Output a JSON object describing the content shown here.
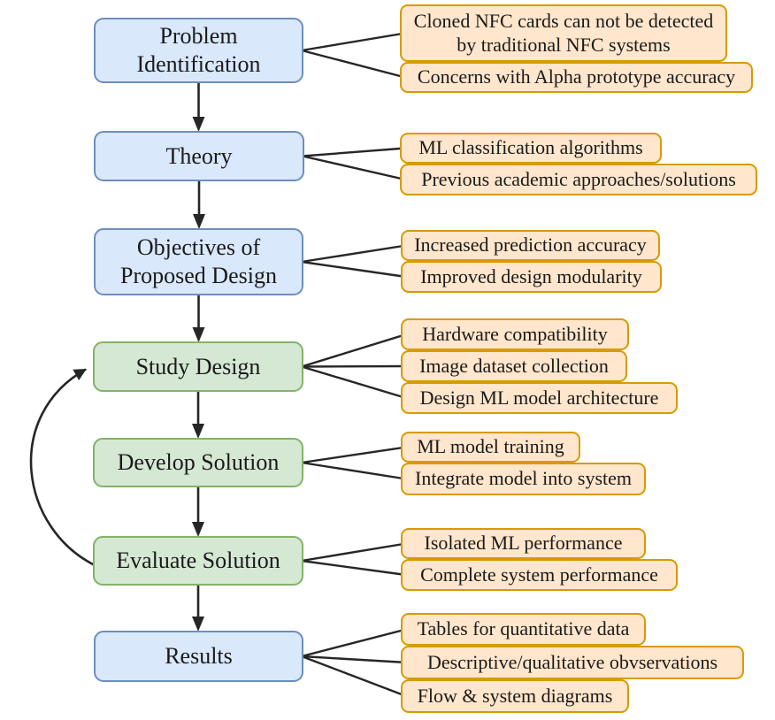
{
  "diagram": {
    "type": "flowchart",
    "colors": {
      "stage_blue_fill": "#dae8fc",
      "stage_blue_border": "#6c8ebf",
      "stage_green_fill": "#d5e8d4",
      "stage_green_border": "#82b366",
      "branch_fill": "#ffe6cc",
      "branch_border": "#d79b00",
      "connector": "#262626"
    },
    "stages": [
      {
        "id": "problem-identification",
        "label": "Problem Identification",
        "color": "blue",
        "branches": [
          {
            "id": "branch-cloned-nfc",
            "label": "Cloned NFC cards can not be detected by traditional NFC systems"
          },
          {
            "id": "branch-alpha-accuracy",
            "label": "Concerns with Alpha prototype accuracy"
          }
        ]
      },
      {
        "id": "theory",
        "label": "Theory",
        "color": "blue",
        "branches": [
          {
            "id": "branch-ml-classification",
            "label": "ML classification algorithms"
          },
          {
            "id": "branch-previous-academic",
            "label": "Previous academic approaches/solutions"
          }
        ]
      },
      {
        "id": "objectives-of-proposed-design",
        "label": "Objectives of Proposed Design",
        "color": "blue",
        "branches": [
          {
            "id": "branch-prediction-accuracy",
            "label": "Increased prediction accuracy"
          },
          {
            "id": "branch-design-modularity",
            "label": "Improved design modularity"
          }
        ]
      },
      {
        "id": "study-design",
        "label": "Study Design",
        "color": "green",
        "branches": [
          {
            "id": "branch-hardware-compatibility",
            "label": "Hardware compatibility"
          },
          {
            "id": "branch-image-dataset",
            "label": "Image dataset collection"
          },
          {
            "id": "branch-ml-architecture",
            "label": "Design ML model architecture"
          }
        ]
      },
      {
        "id": "develop-solution",
        "label": "Develop Solution",
        "color": "green",
        "branches": [
          {
            "id": "branch-ml-training",
            "label": "ML model training"
          },
          {
            "id": "branch-integrate-model",
            "label": "Integrate model into system"
          }
        ]
      },
      {
        "id": "evaluate-solution",
        "label": "Evaluate Solution",
        "color": "green",
        "branches": [
          {
            "id": "branch-isolated-ml",
            "label": "Isolated ML performance"
          },
          {
            "id": "branch-complete-system",
            "label": "Complete system performance"
          }
        ]
      },
      {
        "id": "results",
        "label": "Results",
        "color": "blue",
        "branches": [
          {
            "id": "branch-tables",
            "label": "Tables for quantitative data"
          },
          {
            "id": "branch-descriptive",
            "label": "Descriptive/qualitative obvservations"
          },
          {
            "id": "branch-flow-diagrams",
            "label": "Flow & system diagrams"
          }
        ]
      }
    ],
    "flow": {
      "sequence": [
        "problem-identification",
        "theory",
        "objectives-of-proposed-design",
        "study-design",
        "develop-solution",
        "evaluate-solution",
        "results"
      ],
      "feedback_loop": {
        "from": "evaluate-solution",
        "to": "study-design"
      }
    }
  }
}
